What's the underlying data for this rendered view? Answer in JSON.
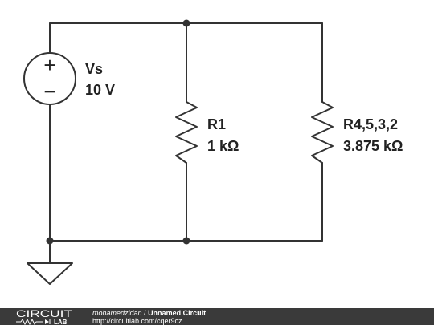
{
  "colors": {
    "wire": "#333333",
    "footer_bg": "#3a3a3a",
    "footer_text": "#ffffff"
  },
  "components": {
    "source": {
      "name": "Vs",
      "value": "10 V",
      "plus": "+",
      "minus": "−"
    },
    "r1": {
      "name": "R1",
      "value": "1 kΩ"
    },
    "r_eq": {
      "name": "R4,5,3,2",
      "value": "3.875 kΩ"
    }
  },
  "footer": {
    "logo_top": "CIRCUIT",
    "logo_bottom": "LAB",
    "user": "mohamedzidan",
    "separator": " / ",
    "circuit_title": "Unnamed Circuit",
    "url": "http://circuitlab.com/cqer9cz"
  }
}
